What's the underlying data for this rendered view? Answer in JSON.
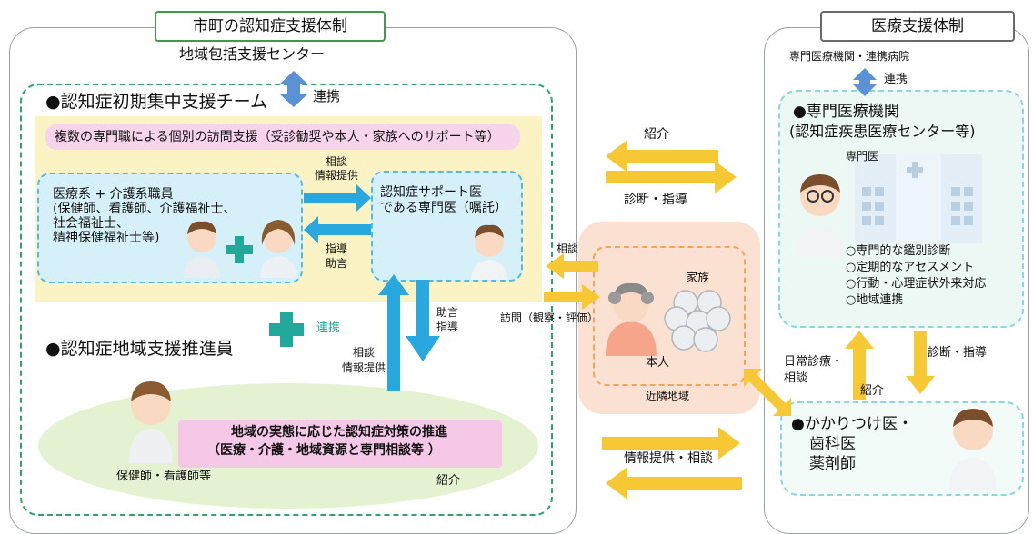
{
  "left_header": "市町の認知症支援体制",
  "right_header": "医療支援体制",
  "chiiki_center": "地域包括支援センター",
  "renkei": "連携",
  "team_title": "●認知症初期集中支援チーム",
  "visit_support": "複数の専門職による個別の訪問支援（受診勧奨や本人・家族へのサポート等）",
  "staff_lines": [
    "医療系 + 介護系職員",
    "(保健師、看護師、介護福祉士、",
    "社会福祉士、",
    "精神保健福祉士等)"
  ],
  "sodan_joho": [
    "相談",
    "情報提供"
  ],
  "shido_jogen": [
    "指導",
    "助言"
  ],
  "support_doctor": [
    "認知症サポート医",
    "である専門医（嘱託）"
  ],
  "jogen_shido": [
    "助言",
    "指導"
  ],
  "sodan_joho2": [
    "相談",
    "情報提供"
  ],
  "renkei_green": "連携",
  "promoter_title": "●認知症地域支援推進員",
  "promotion": [
    "地域の実態に応じた認知症対策の推進",
    "（医療・介護・地域資源と専門相談等 ）"
  ],
  "hokenshi": "保健師・看護師等",
  "shokai_bottom": "紹介",
  "shokai_top": "紹介",
  "shindan_shido": "診断・指導",
  "sodan": "相談",
  "homon": "訪問（観察・評価）",
  "kazoku": "家族",
  "honnin": "本人",
  "kinrin": "近隣地域",
  "joho_sodan": "情報提供・相談",
  "senmon_renkei": "専門医療機関・連携病院",
  "senmon_title": [
    "●専門医療機関",
    "(認知症疾患医療センター等)"
  ],
  "senmon_i": "専門医",
  "senmon_services": [
    "○専門的な鑑別診断",
    "○定期的なアセスメント",
    "○行動・心理症状外来対応",
    "○地域連携"
  ],
  "nichijo": [
    "日常診療・",
    "相談"
  ],
  "shokai_right": "紹介",
  "shindan_shido_right": "診断・指導",
  "kakaritsuke": [
    "●かかりつけ医・",
    "歯科医",
    "薬剤師"
  ],
  "colors": {
    "green_dash": "#2fa36b",
    "cyan_dash": "#6cc7c9",
    "yellow_bg": "#fbf3c4",
    "blue_arrow": "#29a7df",
    "yellow_arrow": "#f6c934",
    "pink_box": "#f5c8e8",
    "teal_plus": "#20a89a"
  }
}
